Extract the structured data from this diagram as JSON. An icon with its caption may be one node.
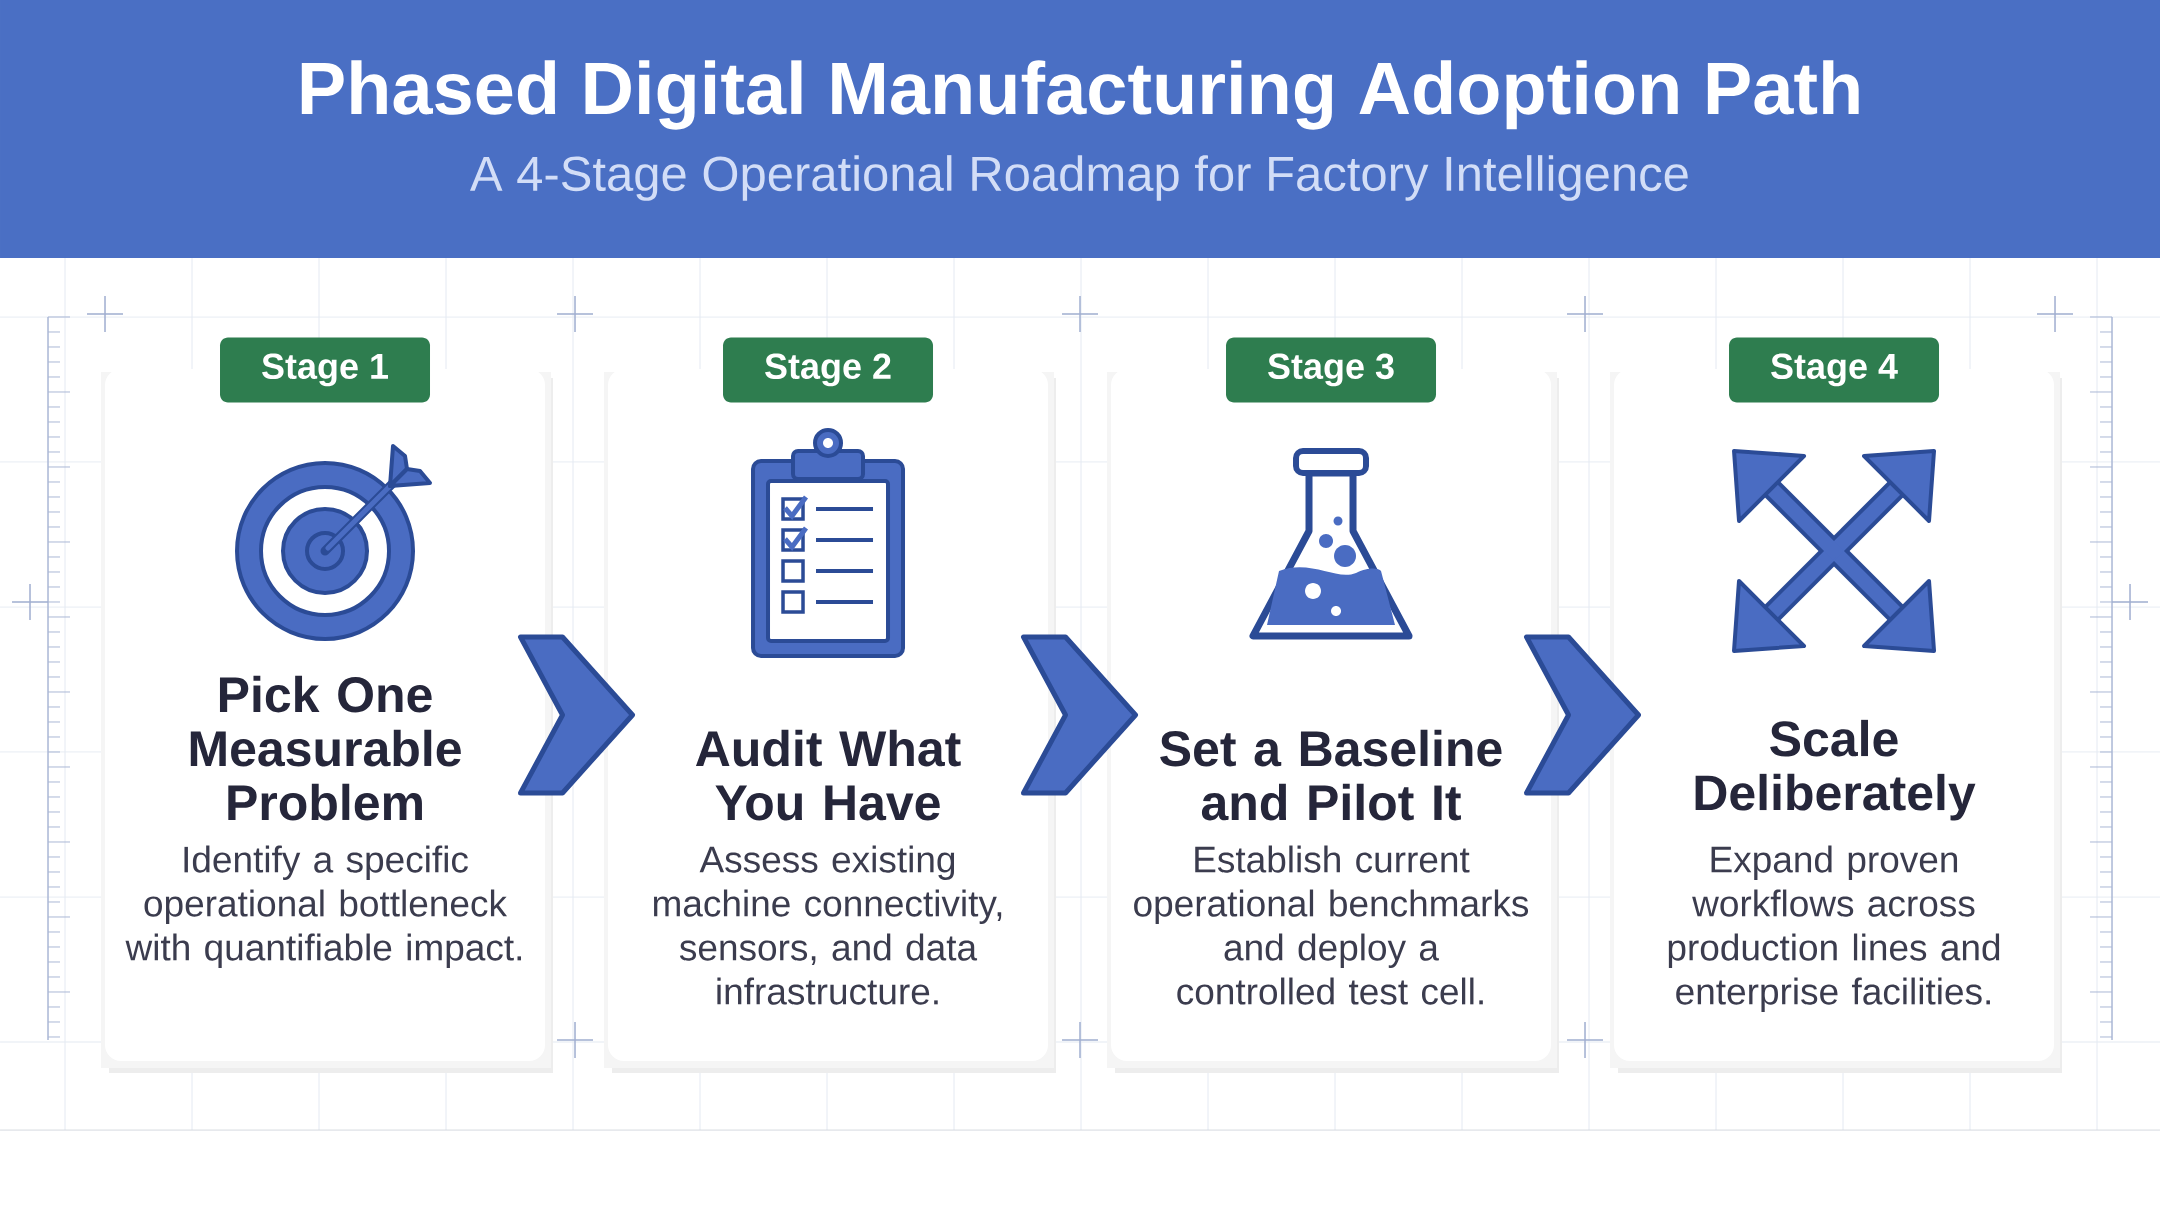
{
  "diagram": {
    "title": "Phased Digital Manufacturing Adoption Path",
    "nodes": [
      {
        "text": [
          "Stage 1"
        ]
      },
      {
        "text": [
          "Pick One Measurable Problem",
          "Identify a specific operational bottleneck with quantifiable impact."
        ]
      },
      {
        "text": [
          "Stage 2"
        ]
      },
      {
        "text": [
          "Audit What You Have",
          "Assess existing machine connectivity, sensors, and data infrastructure."
        ]
      },
      {
        "text": [
          "Stage 3"
        ]
      },
      {
        "text": [
          "Set a Baseline and Pilot It",
          "Establish current operational benchmarks and deploy a controlled test cell."
        ]
      },
      {
        "text": [
          "Stage 4"
        ]
      },
      {
        "text": [
          "Scale Deliberately",
          "Expand proven workflows across production lines and enterprise facilities."
        ]
      }
    ],
    "edges": [
      {
        "from": 1,
        "to": 3,
        "arrow": "to"
      },
      {
        "from": 3,
        "to": 5,
        "arrow": "to"
      },
      {
        "from": 5,
        "to": 7,
        "arrow": "to"
      }
    ],
    "labels": [
      "A 4-Stage Operational Roadmap for Factory Intelligence"
    ]
  }
}
